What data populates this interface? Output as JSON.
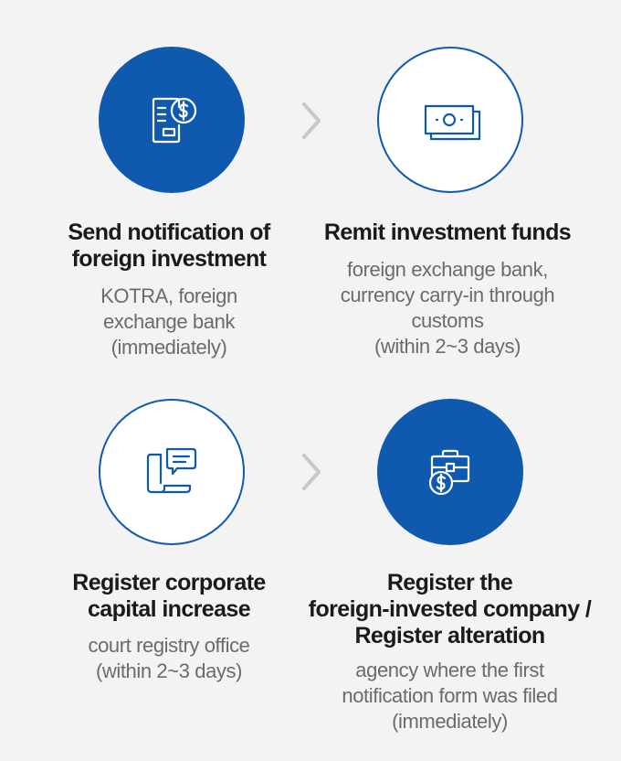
{
  "steps": [
    {
      "title_lines": [
        "Send notification of",
        "foreign investment"
      ],
      "desc_lines": [
        "KOTRA, foreign",
        "exchange bank",
        "(immediately)"
      ],
      "icon": "document-dollar-icon",
      "style": "filled"
    },
    {
      "title_lines": [
        "Remit investment funds"
      ],
      "desc_lines": [
        "foreign exchange bank,",
        "currency carry-in through",
        "customs",
        "(within 2~3 days)"
      ],
      "icon": "money-bills-icon",
      "style": "outline"
    },
    {
      "title_lines": [
        "Register corporate",
        "capital increase"
      ],
      "desc_lines": [
        "court registry office",
        "(within 2~3 days)"
      ],
      "icon": "scroll-chat-icon",
      "style": "outline"
    },
    {
      "title_lines": [
        "Register the",
        "foreign-invested company /",
        "Register alteration"
      ],
      "desc_lines": [
        "agency where the first",
        "notification  form was filed",
        "(immediately)"
      ],
      "icon": "briefcase-dollar-icon",
      "style": "filled"
    }
  ],
  "colors": {
    "accent": "#0f5aae",
    "background": "#f3f3f3",
    "arrow": "#c8c8c8",
    "title": "#1a1a1a",
    "desc": "#6b6b6b"
  }
}
